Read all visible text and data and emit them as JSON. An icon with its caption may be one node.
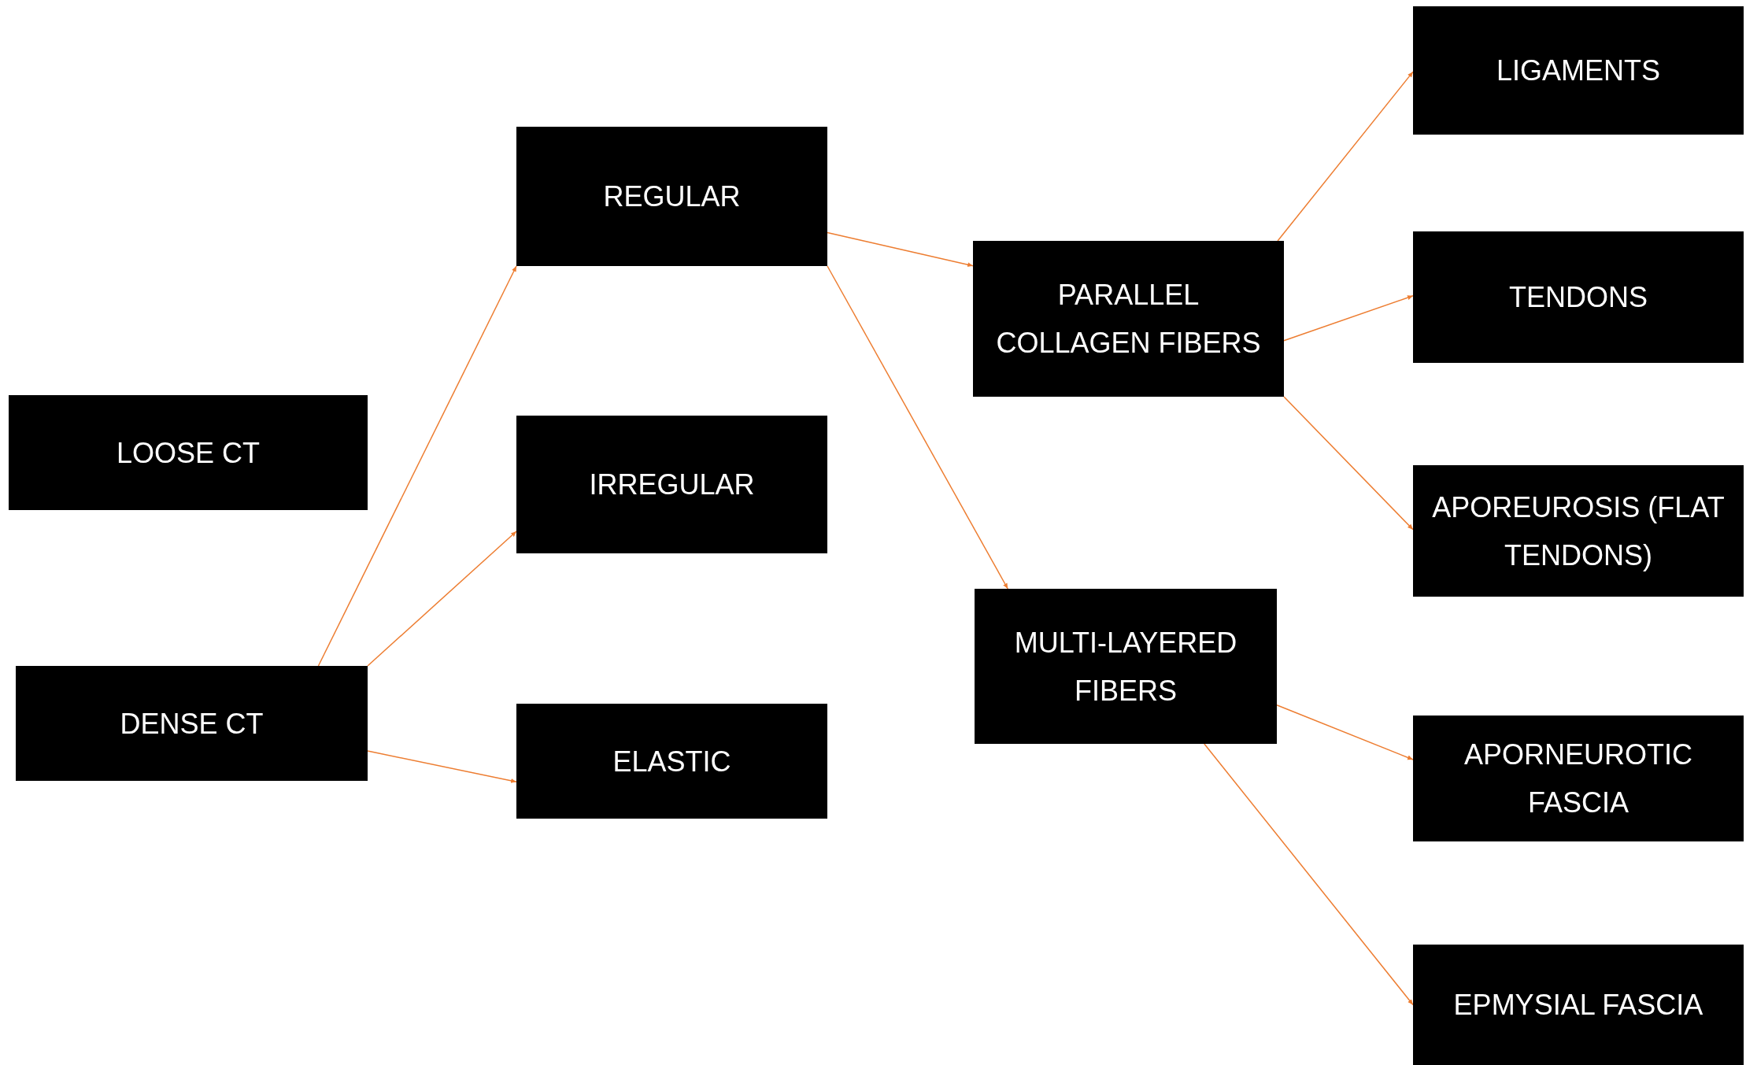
{
  "diagram": {
    "nodes": [
      {
        "text": [
          "LOOSE CT"
        ]
      },
      {
        "text": [
          "DENSE CT"
        ]
      },
      {
        "text": [
          "REGULAR"
        ]
      },
      {
        "text": [
          "IRREGULAR"
        ]
      },
      {
        "text": [
          "ELASTIC"
        ]
      },
      {
        "text": [
          "PARALLEL COLLAGEN FIBERS"
        ]
      },
      {
        "text": [
          "MULTI-LAYERED FIBERS"
        ]
      },
      {
        "text": [
          "LIGAMENTS"
        ]
      },
      {
        "text": [
          "TENDONS"
        ]
      },
      {
        "text": [
          "APOREUROSIS (FLAT TENDONS)"
        ]
      },
      {
        "text": [
          "APORNEUROTIC FASCIA"
        ]
      },
      {
        "text": [
          "EPMYSIAL FASCIA"
        ]
      }
    ],
    "edges": [
      {
        "from": 1,
        "to": 2,
        "arrow": "to"
      },
      {
        "from": 1,
        "to": 3,
        "arrow": "to"
      },
      {
        "from": 1,
        "to": 4,
        "arrow": "to"
      },
      {
        "from": 2,
        "to": 5,
        "arrow": "to"
      },
      {
        "from": 2,
        "to": 6,
        "arrow": "to"
      },
      {
        "from": 5,
        "to": 7,
        "arrow": "to"
      },
      {
        "from": 5,
        "to": 8,
        "arrow": "to"
      },
      {
        "from": 5,
        "to": 9,
        "arrow": "to"
      },
      {
        "from": 6,
        "to": 10,
        "arrow": "to"
      },
      {
        "from": 6,
        "to": 11,
        "arrow": "to"
      }
    ]
  }
}
